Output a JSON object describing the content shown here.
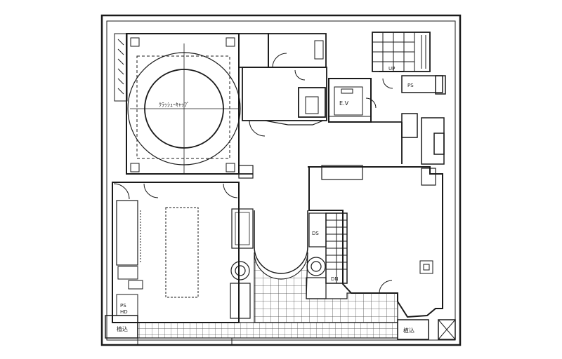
{
  "labels": {
    "circle_room": "ｸﾗｯｼｭｰｷｬｯﾌﾟ",
    "elevator": "E.V",
    "up": "UP",
    "ps_top": "PS",
    "ps_left": "PS",
    "hd": "HD",
    "ds": "DS",
    "dn": "DN",
    "balcony_left": "植込",
    "balcony_right": "植込"
  },
  "colors": {
    "line": "#1a1a1a",
    "paper": "#ffffff",
    "grid": "#444444"
  }
}
